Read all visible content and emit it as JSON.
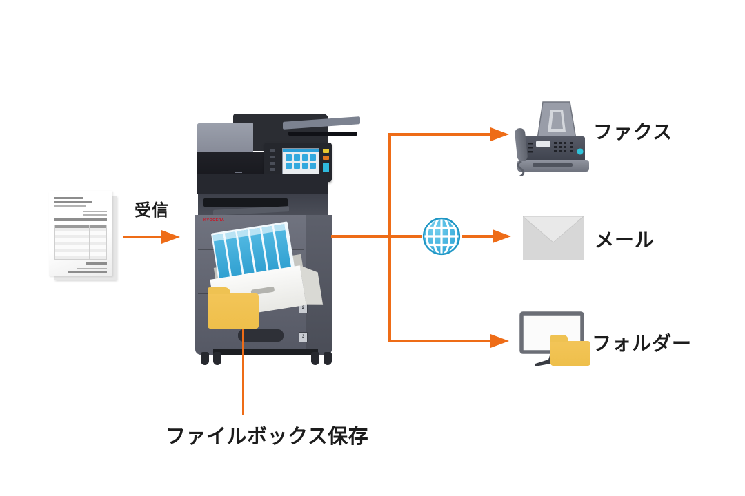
{
  "diagram": {
    "colors": {
      "accent": "#ee6c17",
      "globe": "#3db4e0",
      "binder": "#3fa9d8",
      "folder": "#f3c558",
      "text": "#1c1c1c"
    },
    "source": {
      "icon": "document-icon",
      "label": "受信"
    },
    "printer": {
      "brand": "KYOCERA",
      "tray_2": "2",
      "tray_3": "3",
      "storage_label": "ファイルボックス保存"
    },
    "destinations": {
      "fax": {
        "label": "ファクス",
        "icon": "fax-machine-icon"
      },
      "mail": {
        "label": "メール",
        "icon": "envelope-icon",
        "via_icon": "globe-icon"
      },
      "folder": {
        "label": "フォルダー",
        "icon": "monitor-folder-icon"
      }
    }
  }
}
